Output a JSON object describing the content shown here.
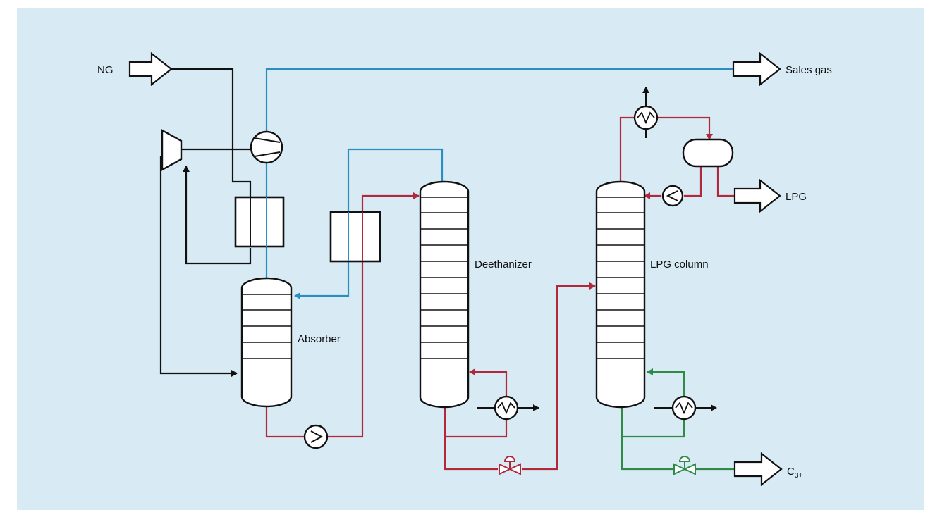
{
  "diagram": {
    "streams": {
      "feed": "NG",
      "overhead_product": "Sales gas",
      "top_product": "LPG",
      "bottom_product_main": "C",
      "bottom_product_sub": "3+"
    },
    "units": {
      "absorber": "Absorber",
      "deethanizer": "Deethanizer",
      "lpg_column": "LPG column"
    },
    "line_colors": {
      "gas": "#2a8fc0",
      "liquid": "#b0283a",
      "heavy_liquid": "#2f8a48",
      "equipment": "#111111"
    }
  }
}
